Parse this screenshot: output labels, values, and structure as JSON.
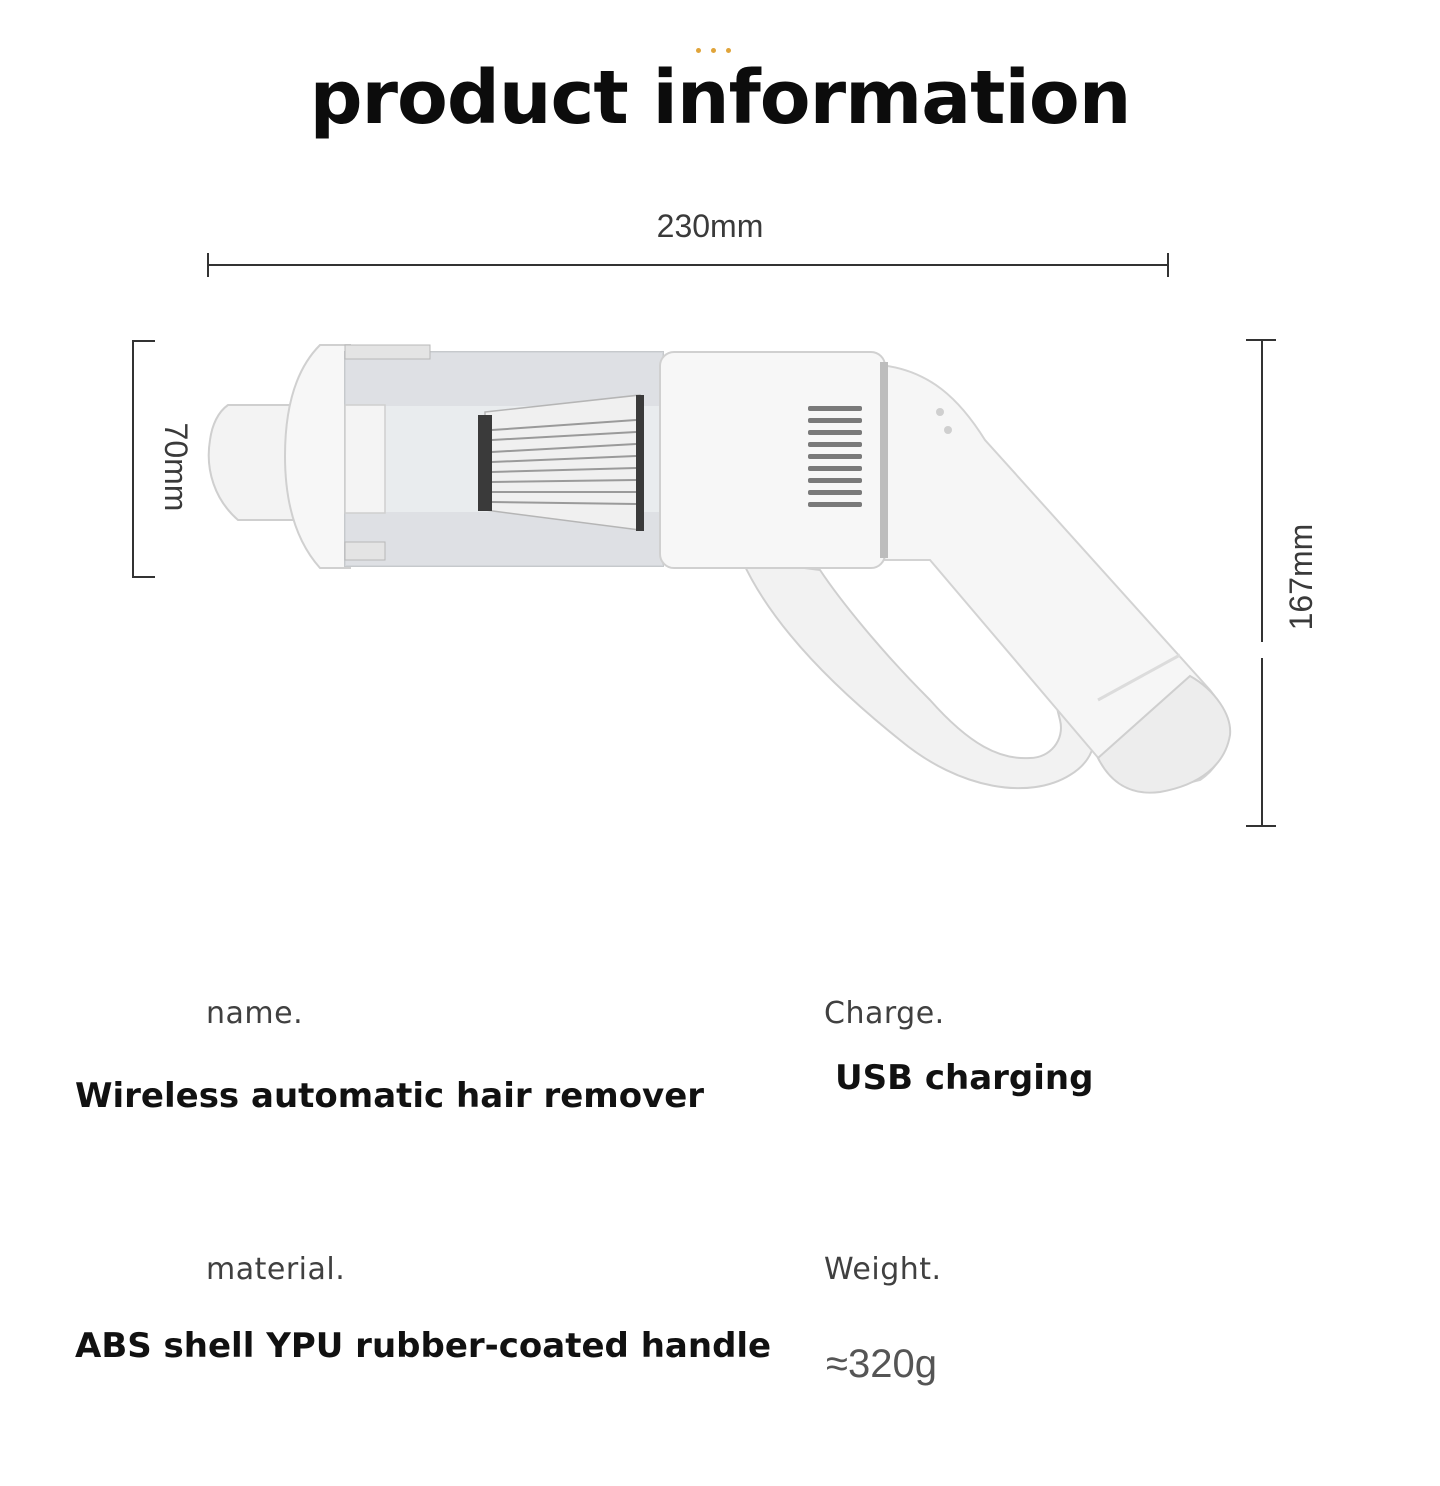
{
  "header": {
    "title": "product information"
  },
  "dimensions": {
    "length": "230mm",
    "diameter": "70mm",
    "height": "167mm"
  },
  "specs": {
    "name": {
      "label": "name.",
      "value": "Wireless automatic hair remover"
    },
    "charge": {
      "label": "Charge.",
      "value": "USB charging"
    },
    "material": {
      "label": "material.",
      "value": "ABS shell YPU rubber-coated handle"
    },
    "weight": {
      "label": "Weight.",
      "value": "≈320g"
    }
  },
  "colors": {
    "accent_dots": "#e0a43a",
    "title": "#0c0c0c",
    "product_body": "#f4f4f4",
    "outline": "#cfcfcf"
  },
  "icons": [
    "decorative-dots-icon"
  ]
}
